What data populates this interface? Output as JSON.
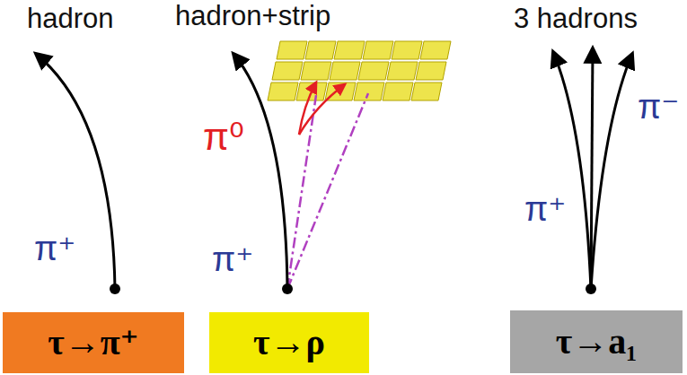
{
  "diagram": {
    "nodes": [
      {
        "text": [
          "τ→π⁺"
        ]
      },
      {
        "text": [
          "τ→ρ"
        ]
      },
      {
        "text": [
          "τ→a₁"
        ]
      }
    ],
    "labels": [
      "hadron",
      "π⁺",
      "hadron+strip",
      "π⁰",
      "π⁺",
      "3 hadrons",
      "π⁺",
      "π⁻"
    ]
  }
}
